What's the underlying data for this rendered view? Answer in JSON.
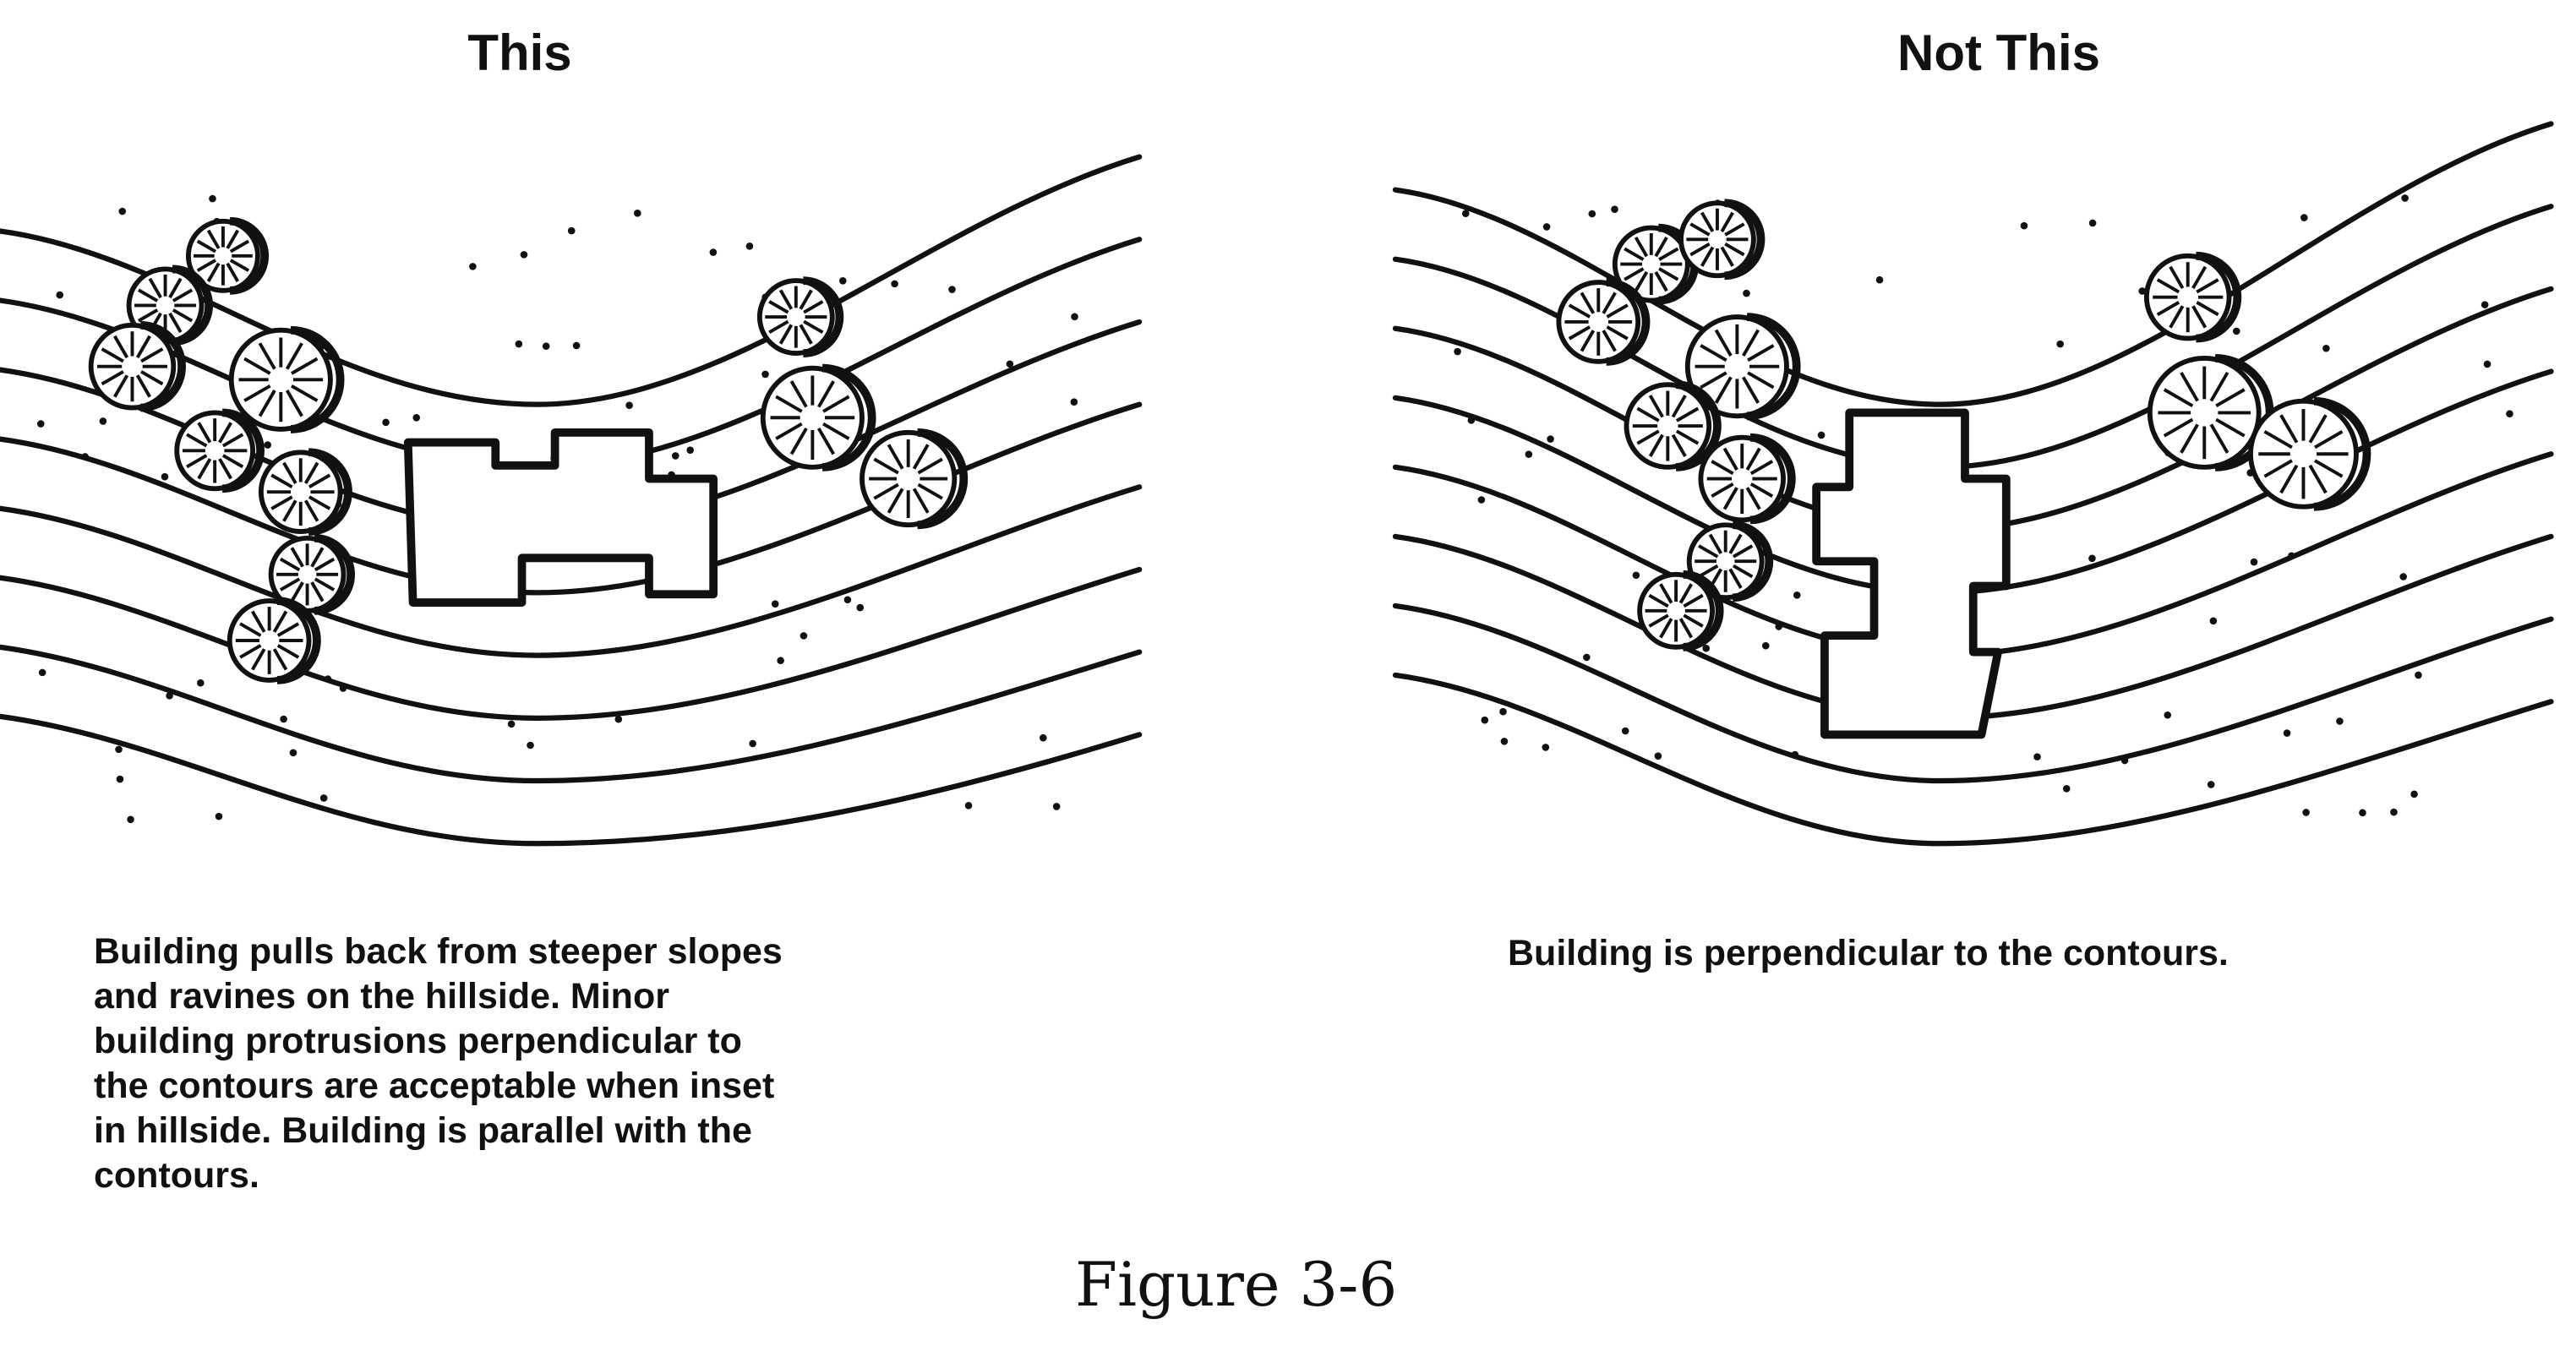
{
  "panels": [
    {
      "title": "This",
      "caption_lines": [
        "Building pulls back from steeper slopes",
        "and ravines on the hillside.  Minor",
        "building protrusions perpendicular to",
        "the contours are acceptable when inset",
        "in hillside.  Building is parallel with the",
        "contours."
      ]
    },
    {
      "title": "Not This",
      "caption_lines": [
        "Building is perpendicular to the contours."
      ]
    }
  ],
  "figure_label": "Figure 3-6"
}
